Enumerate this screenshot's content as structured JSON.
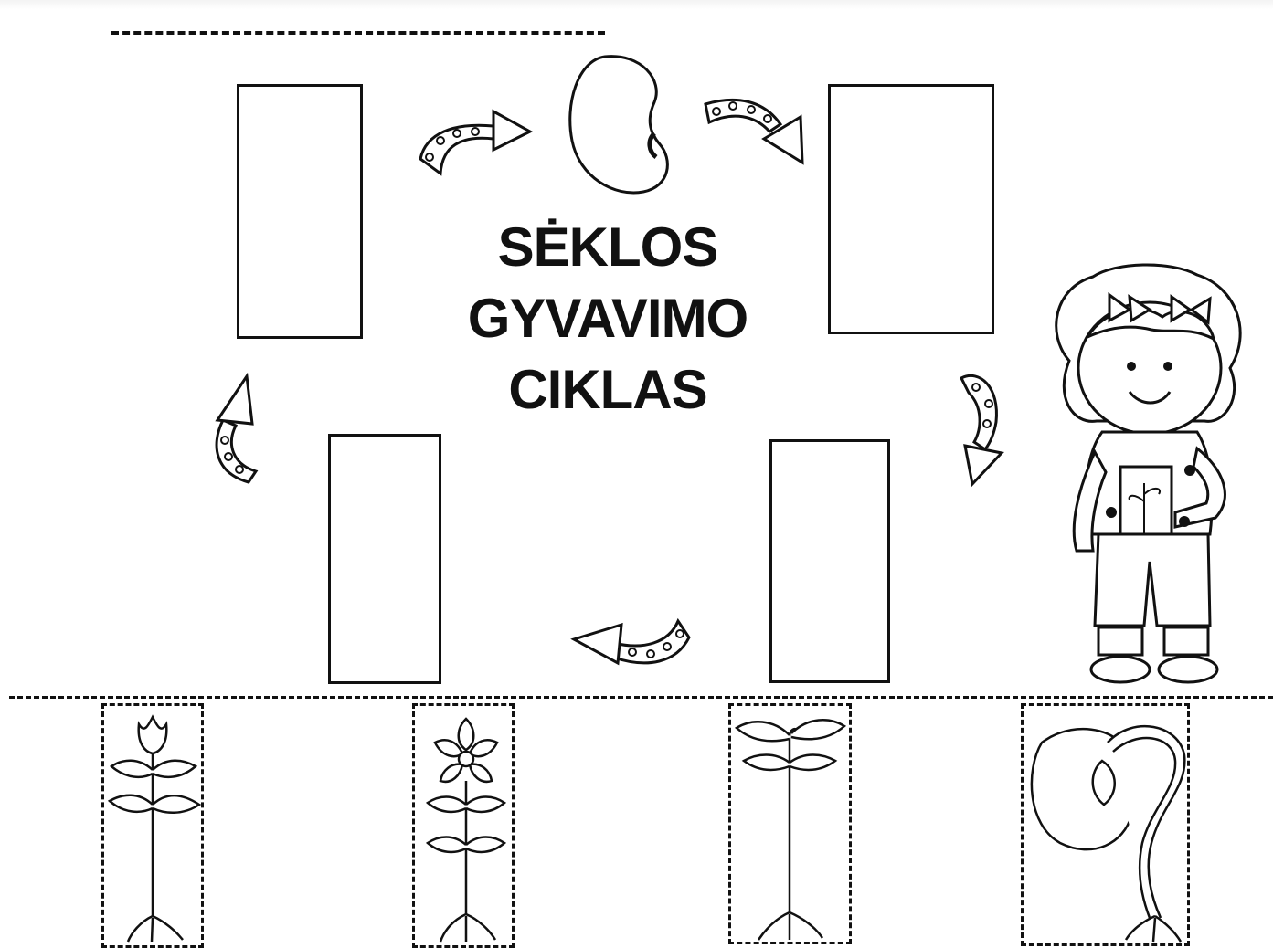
{
  "worksheet": {
    "title_lines": [
      "SĖKLOS",
      "GYVAVIMO",
      "CIKLAS"
    ]
  },
  "icons": {
    "seed": "bean-seed-icon",
    "arrows": [
      "curved-arrow-icon",
      "curved-arrow-icon",
      "curved-arrow-icon",
      "curved-arrow-icon",
      "curved-arrow-icon"
    ],
    "girl": "girl-holding-sprout-illustration",
    "cards": [
      "budding-plant-icon",
      "flowering-plant-icon",
      "young-plant-icon",
      "sprouting-seed-icon"
    ]
  },
  "colors": {
    "ink": "#111111",
    "paper": "#ffffff"
  }
}
